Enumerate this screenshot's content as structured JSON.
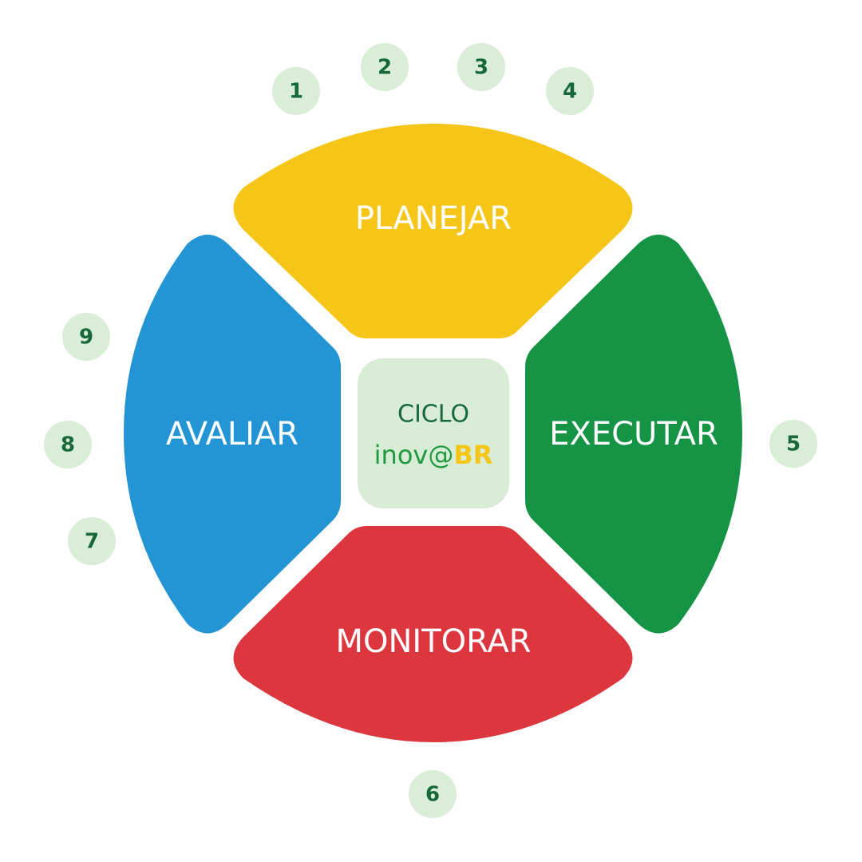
{
  "colors": {
    "planejar": "#F5C518",
    "executar": "#169446",
    "monitorar": "#DC363E",
    "avaliar": "#2394D4",
    "center_bg": "#D9ECD6",
    "number_bg": "#D9EDD7",
    "number_text": "#17683A",
    "brand_green": "#1F9A3F",
    "brand_yellow": "#F5C518"
  },
  "segments": {
    "planejar": "PLANEJAR",
    "executar": "EXECUTAR",
    "monitorar": "MONITORAR",
    "avaliar": "AVALIAR"
  },
  "center": {
    "title": "CICLO",
    "brand_part1": "inov@",
    "brand_part2": "BR"
  },
  "steps": [
    "1",
    "2",
    "3",
    "4",
    "5",
    "6",
    "7",
    "8",
    "9"
  ]
}
